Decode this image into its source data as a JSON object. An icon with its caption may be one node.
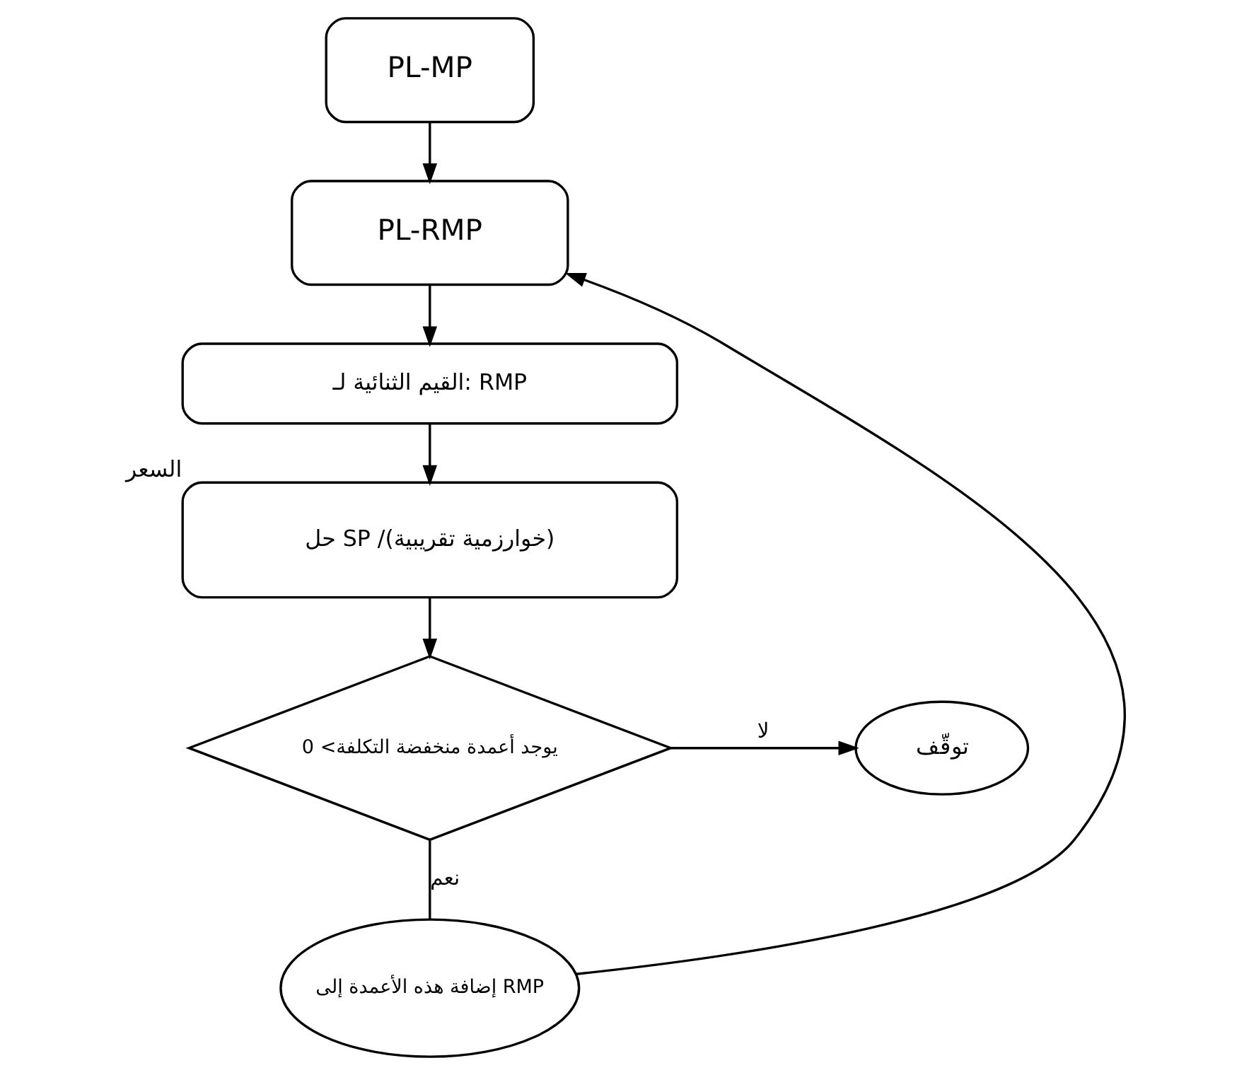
{
  "diagram": {
    "nodes": [
      {
        "text": [
          "PL-MP"
        ]
      },
      {
        "text": [
          "PL-RMP"
        ]
      },
      {
        "text": [
          "القيم الثنائية لـ: RMP"
        ]
      },
      {
        "text": [
          "حل SP /(خوارزمية تقريبية)"
        ],
        "beside": [
          "السعر"
        ]
      },
      {
        "text": [
          "يوجد أعمدة منخفضة التكلفة> 0"
        ]
      },
      {
        "text": [
          "إضافة هذه الأعمدة إلى RMP"
        ]
      },
      {
        "text": [
          "توقّف"
        ]
      }
    ],
    "edges": [
      {
        "from": 0,
        "to": 1,
        "arrow": "to"
      },
      {
        "from": 1,
        "to": 2,
        "arrow": "to"
      },
      {
        "from": 2,
        "to": 3,
        "arrow": "to"
      },
      {
        "from": 3,
        "to": 4,
        "arrow": "to"
      },
      {
        "from": 4,
        "to": 5,
        "arrow": "none",
        "label": "نعم"
      },
      {
        "from": 5,
        "to": 1,
        "arrow": "to"
      },
      {
        "from": 4,
        "to": 6,
        "arrow": "to",
        "label": "لا"
      }
    ]
  }
}
